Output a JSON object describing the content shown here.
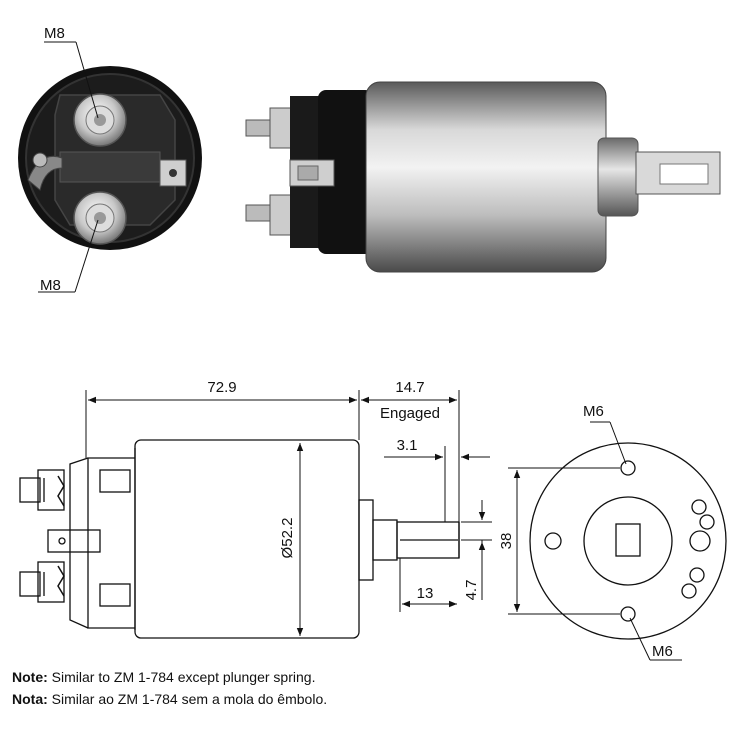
{
  "photo": {
    "label_top": "M8",
    "label_bottom": "M8"
  },
  "dimensions": {
    "length": "72.9",
    "engaged_travel": "14.7",
    "engaged_label": "Engaged",
    "offset": "3.1",
    "diameter": "Ø52.2",
    "plunger_length": "13",
    "plunger_width": "4.7",
    "bolt_spacing": "38",
    "bolt_top": "M6",
    "bolt_bottom": "M6"
  },
  "notes": {
    "en_label": "Note:",
    "en_text": " Similar to ZM 1-784 except plunger spring.",
    "pt_label": "Nota:",
    "pt_text": " Similar ao ZM 1-784 sem a mola do êmbolo."
  }
}
